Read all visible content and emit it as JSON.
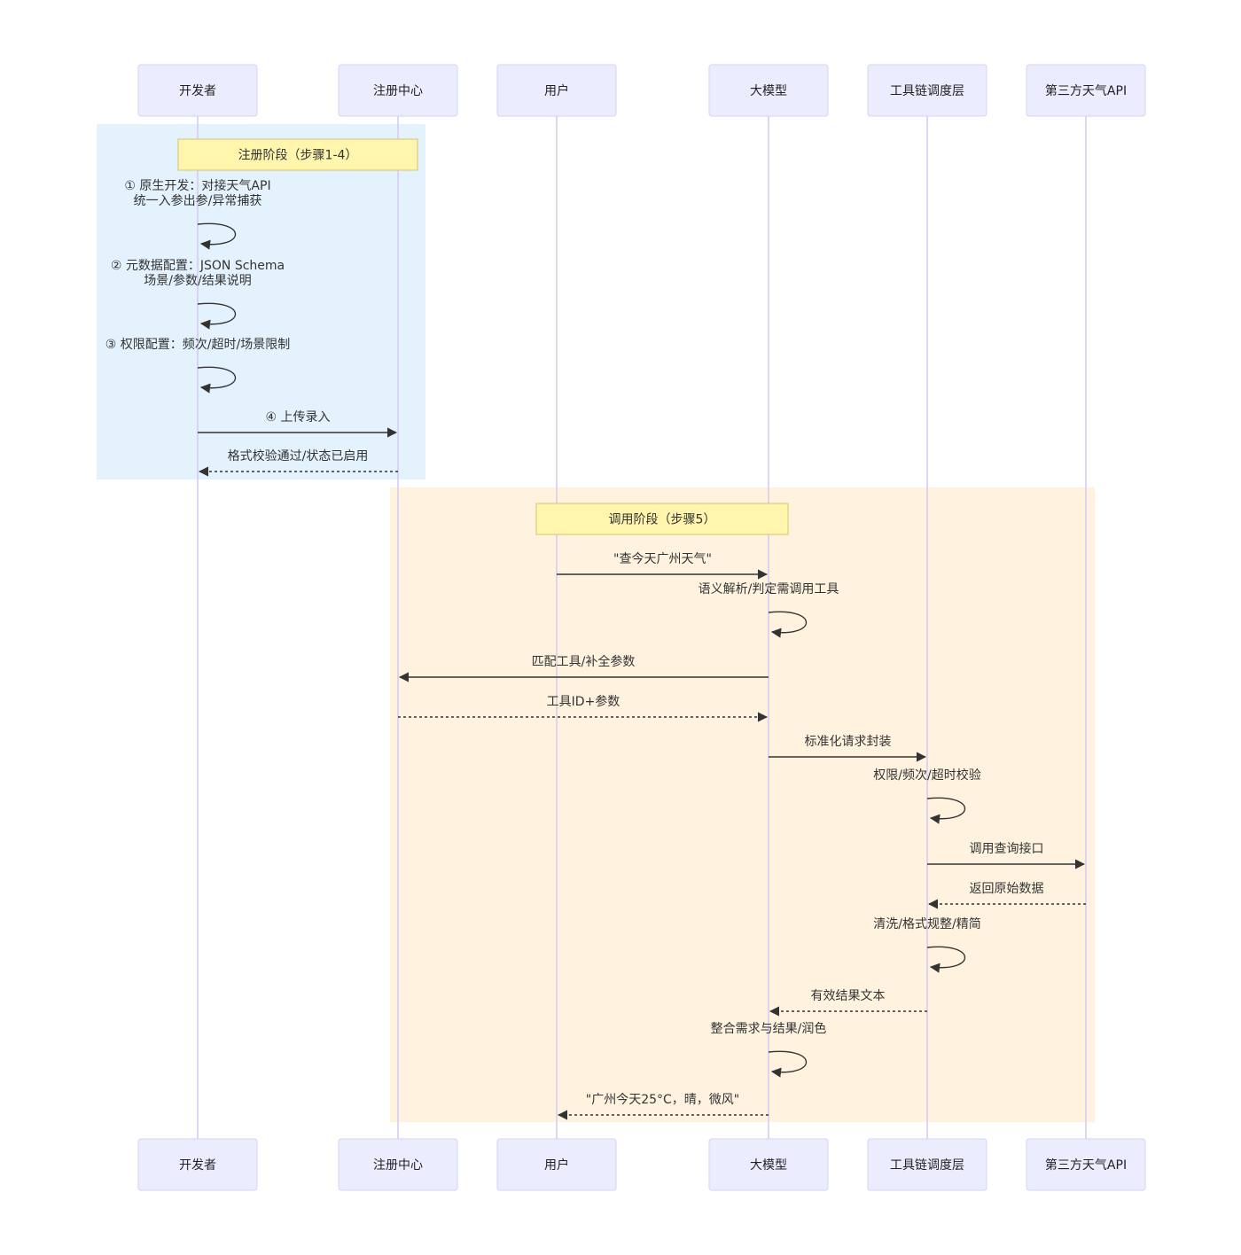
{
  "participants": [
    {
      "id": "dev",
      "label": "开发者"
    },
    {
      "id": "reg",
      "label": "注册中心"
    },
    {
      "id": "user",
      "label": "用户"
    },
    {
      "id": "llm",
      "label": "大模型"
    },
    {
      "id": "chain",
      "label": "工具链调度层"
    },
    {
      "id": "api",
      "label": "第三方天气API"
    }
  ],
  "colors": {
    "register_phase_bg": "#E3F2FD",
    "invoke_phase_bg": "#FFF3E0",
    "note_bg": "#FFF5AD",
    "actor_bg": "#ECECFF",
    "lifeline": "#D6CDF2",
    "arrow": "#333333"
  },
  "phases": [
    {
      "id": "register",
      "note": "注册阶段（步骤1-4）"
    },
    {
      "id": "invoke",
      "note": "调用阶段（步骤5）"
    }
  ],
  "messages": [
    {
      "from": "dev",
      "to": "dev",
      "style": "solid",
      "lines": [
        "① 原生开发：对接天气API",
        "统一入参出参/异常捕获"
      ]
    },
    {
      "from": "dev",
      "to": "dev",
      "style": "solid",
      "lines": [
        "② 元数据配置：JSON Schema",
        "场景/参数/结果说明"
      ]
    },
    {
      "from": "dev",
      "to": "dev",
      "style": "solid",
      "lines": [
        "③ 权限配置：频次/超时/场景限制"
      ]
    },
    {
      "from": "dev",
      "to": "reg",
      "style": "solid",
      "lines": [
        "④ 上传录入"
      ]
    },
    {
      "from": "reg",
      "to": "dev",
      "style": "dotted",
      "lines": [
        "格式校验通过/状态已启用"
      ]
    },
    {
      "from": "user",
      "to": "llm",
      "style": "solid",
      "lines": [
        "\"查今天广州天气\""
      ]
    },
    {
      "from": "llm",
      "to": "llm",
      "style": "solid",
      "lines": [
        "语义解析/判定需调用工具"
      ]
    },
    {
      "from": "llm",
      "to": "reg",
      "style": "solid",
      "lines": [
        "匹配工具/补全参数"
      ]
    },
    {
      "from": "reg",
      "to": "llm",
      "style": "dotted",
      "lines": [
        "工具ID+参数"
      ]
    },
    {
      "from": "llm",
      "to": "chain",
      "style": "solid",
      "lines": [
        "标准化请求封装"
      ]
    },
    {
      "from": "chain",
      "to": "chain",
      "style": "solid",
      "lines": [
        "权限/频次/超时校验"
      ]
    },
    {
      "from": "chain",
      "to": "api",
      "style": "solid",
      "lines": [
        "调用查询接口"
      ]
    },
    {
      "from": "api",
      "to": "chain",
      "style": "dotted",
      "lines": [
        "返回原始数据"
      ]
    },
    {
      "from": "chain",
      "to": "chain",
      "style": "solid",
      "lines": [
        "清洗/格式规整/精简"
      ]
    },
    {
      "from": "chain",
      "to": "llm",
      "style": "dotted",
      "lines": [
        "有效结果文本"
      ]
    },
    {
      "from": "llm",
      "to": "llm",
      "style": "solid",
      "lines": [
        "整合需求与结果/润色"
      ]
    },
    {
      "from": "llm",
      "to": "user",
      "style": "dotted",
      "lines": [
        "\"广州今天25°C，晴，微风\""
      ]
    }
  ]
}
